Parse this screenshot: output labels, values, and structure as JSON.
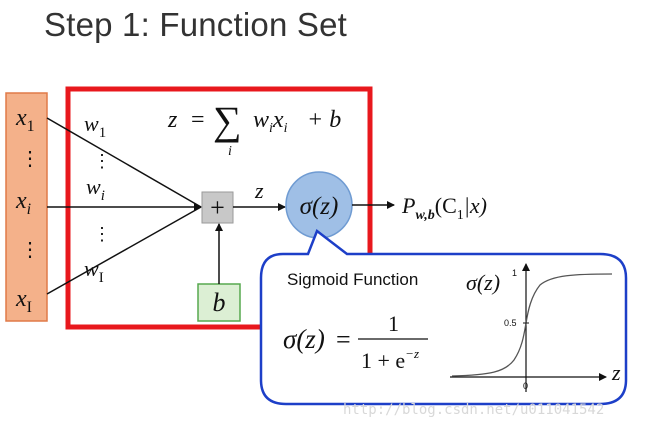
{
  "title": "Step 1: Function Set",
  "inputs": {
    "x1": {
      "base": "x",
      "sub": "1"
    },
    "xi": {
      "base": "x",
      "sub": "i"
    },
    "xI": {
      "base": "x",
      "sub": "I"
    },
    "vdots": "⋮"
  },
  "weights": {
    "w1": {
      "base": "w",
      "sub": "1"
    },
    "wi": {
      "base": "w",
      "sub": "i"
    },
    "wI": {
      "base": "w",
      "sub": "I"
    }
  },
  "formula": {
    "lhs": "z",
    "equals": "=",
    "sigma": "∑",
    "index": "i",
    "w": "w",
    "w_sub": "i",
    "x": "x",
    "x_sub": "i",
    "plus_b": "+ b"
  },
  "sum_node": {
    "symbol": "+"
  },
  "bias": {
    "label": "b"
  },
  "z_label": "z",
  "activation": {
    "label": "σ(z)"
  },
  "output": {
    "P": "P",
    "sub": "w,b",
    "args": "(C",
    "arg_sub": "1",
    "rest": "|x)"
  },
  "callout": {
    "heading": "Sigmoid Function",
    "lhs": "σ(z)",
    "equals": "=",
    "numerator": "1",
    "denominator_base": "1 + e",
    "denominator_exp": "−z",
    "plot": {
      "y_axis_label": "σ(z)",
      "x_axis_label": "z",
      "tick_y_top": "1",
      "tick_y_mid": "0.5",
      "tick_x_zero": "0"
    }
  },
  "watermark": "http://blog.csdn.net/u011041542",
  "colors": {
    "frame": "#e8181d",
    "input_fill": "#f4b18a",
    "input_border": "#e07a48",
    "sum_fill": "#c8c8c8",
    "bias_fill": "#dcefd4",
    "bias_border": "#56a84e",
    "sigma_fill": "#9fbfe6",
    "sigma_border": "#6f9bd2",
    "callout_border": "#1d3fc8"
  }
}
